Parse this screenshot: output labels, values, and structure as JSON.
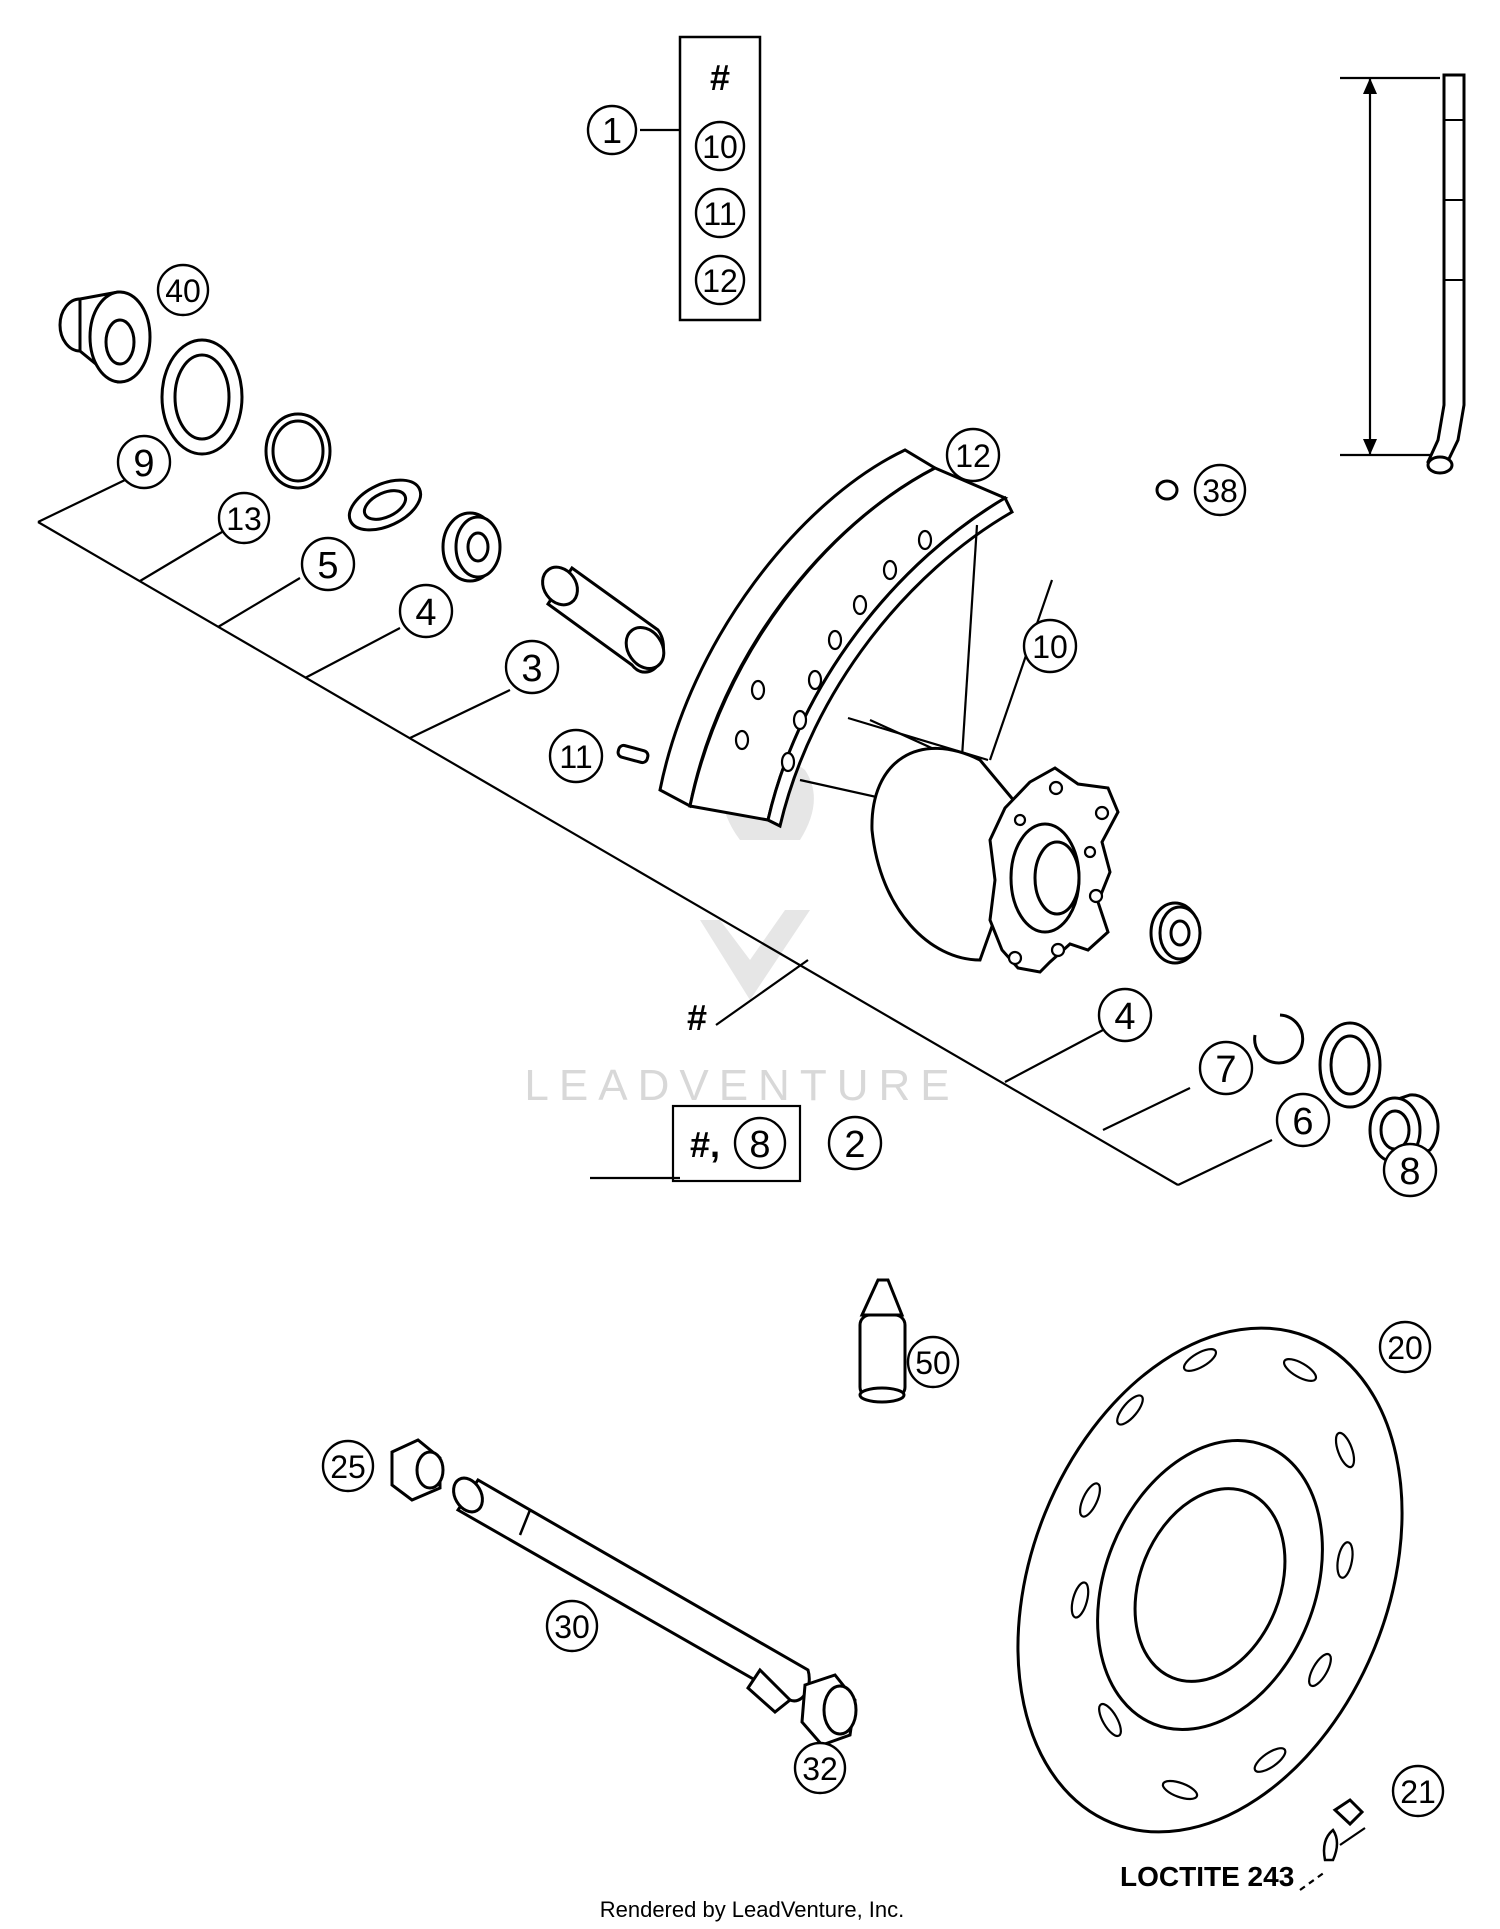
{
  "diagram": {
    "callouts": {
      "c1": "1",
      "c10a": "10",
      "c11a": "11",
      "c12a": "12",
      "c40": "40",
      "c9": "9",
      "c13": "13",
      "c5": "5",
      "c4a": "4",
      "c3": "3",
      "c12b": "12",
      "c38": "38",
      "c10b": "10",
      "c11b": "11",
      "c4b": "4",
      "c7": "7",
      "c6": "6",
      "c8b": "8",
      "c2": "2",
      "c8a": "8",
      "c50": "50",
      "c20": "20",
      "c25": "25",
      "c30": "30",
      "c32": "32",
      "c21": "21"
    },
    "hash_symbol": "#",
    "box2_prefix": "#,",
    "loctite_label": "LOCTITE 243",
    "watermark": "LEADVENTURE",
    "footer": "Rendered by LeadVenture, Inc."
  }
}
